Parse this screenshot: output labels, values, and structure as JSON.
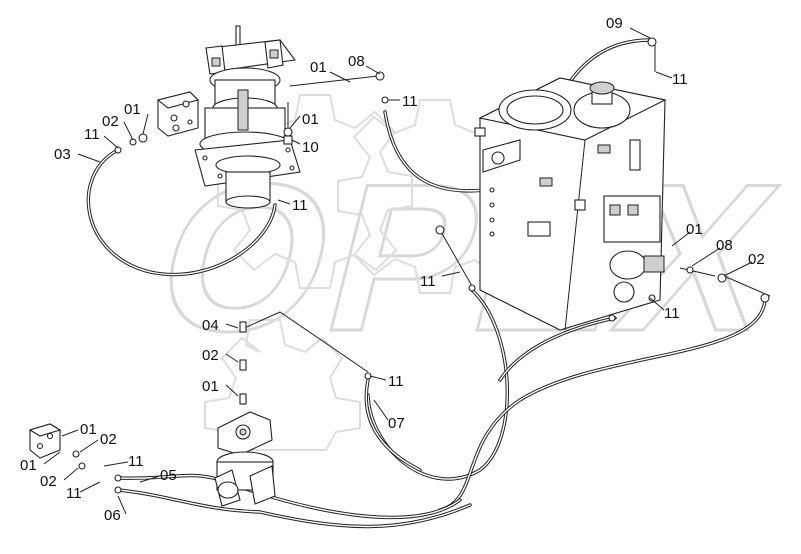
{
  "watermark": {
    "text": "OPEX",
    "color": "#dcdcdc"
  },
  "colors": {
    "line": "#222222",
    "label": "#111111",
    "background": "#ffffff"
  },
  "labels": {
    "l01_top": "01",
    "l08_top": "08",
    "l11_top": "11",
    "l09": "09",
    "l11_tank_top": "11",
    "l01_left": "01",
    "l02_left": "02",
    "l11_left": "11",
    "l03": "03",
    "l01_swivel": "01",
    "l10": "10",
    "l11_swivel": "11",
    "l11_mid": "11",
    "l01_right": "01",
    "l08_right": "08",
    "l02_right": "02",
    "l11_right": "11",
    "l04": "04",
    "l02_center": "02",
    "l01_center": "01",
    "l11_center": "11",
    "l07": "07",
    "l01_bl_top": "01",
    "l02_bl_top": "02",
    "l01_bl": "01",
    "l11_bl_top": "11",
    "l02_bl": "02",
    "l11_bl": "11",
    "l05": "05",
    "l06": "06"
  }
}
